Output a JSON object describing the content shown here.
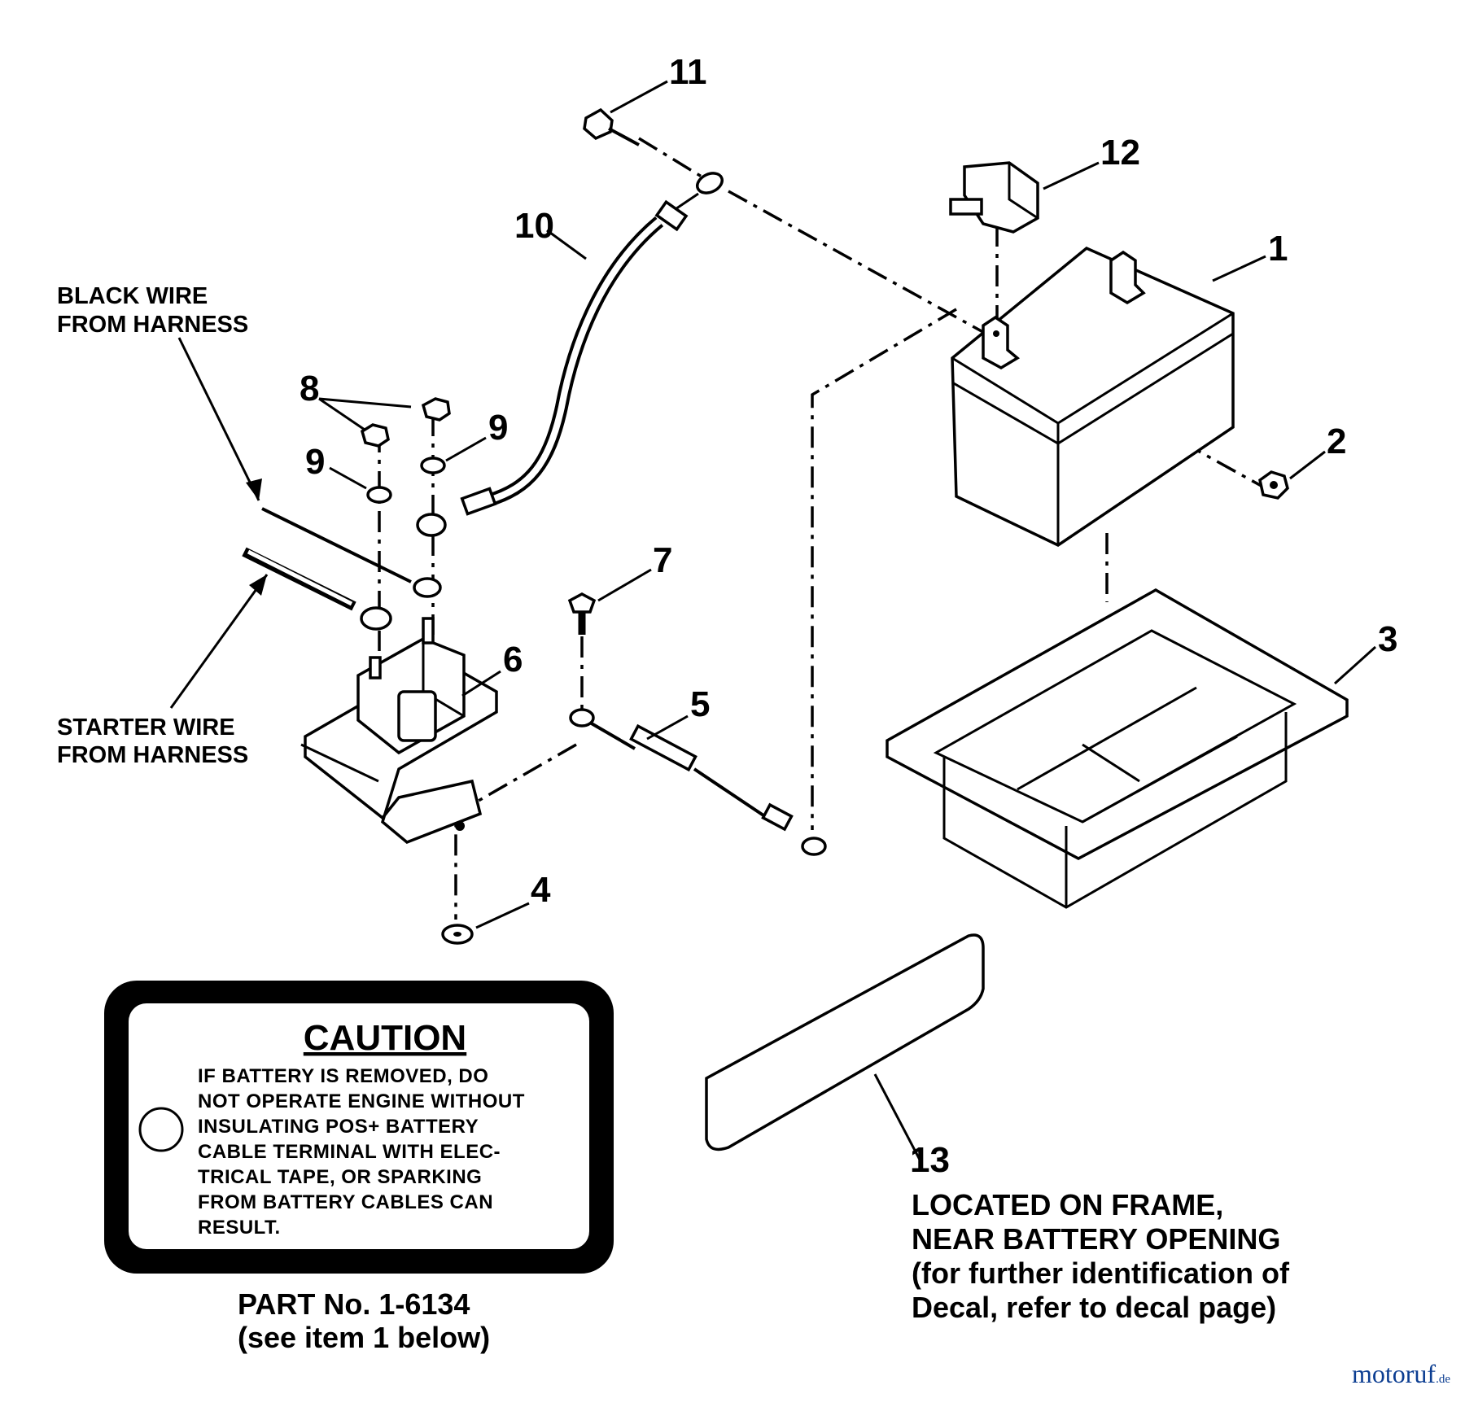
{
  "callouts": {
    "c1": "1",
    "c2": "2",
    "c3": "3",
    "c4": "4",
    "c5": "5",
    "c6": "6",
    "c7": "7",
    "c8": "8",
    "c9a": "9",
    "c9b": "9",
    "c10": "10",
    "c11": "11",
    "c12": "12",
    "c13": "13"
  },
  "notes": {
    "black_wire": [
      "BLACK WIRE",
      "FROM HARNESS"
    ],
    "starter_wire": [
      "STARTER WIRE",
      "FROM HARNESS"
    ],
    "located": [
      "LOCATED ON FRAME,",
      "NEAR BATTERY OPENING",
      "(for further identification of",
      "Decal, refer to decal page)"
    ]
  },
  "caution_decal": {
    "title": "CAUTION",
    "lines": [
      "IF BATTERY IS REMOVED, DO",
      "NOT OPERATE ENGINE WITHOUT",
      "INSULATING POS+ BATTERY",
      "CABLE TERMINAL WITH ELEC-",
      "TRICAL TAPE, OR SPARKING",
      "FROM BATTERY CABLES CAN",
      "RESULT."
    ],
    "part_no": "PART No. 1-6134",
    "part_ref": "(see item 1 below)"
  },
  "watermark": {
    "brand": "motoruf",
    "suffix": ".de"
  },
  "colors": {
    "ink": "#000000",
    "paper": "#ffffff",
    "brand": "#0b3d91"
  }
}
